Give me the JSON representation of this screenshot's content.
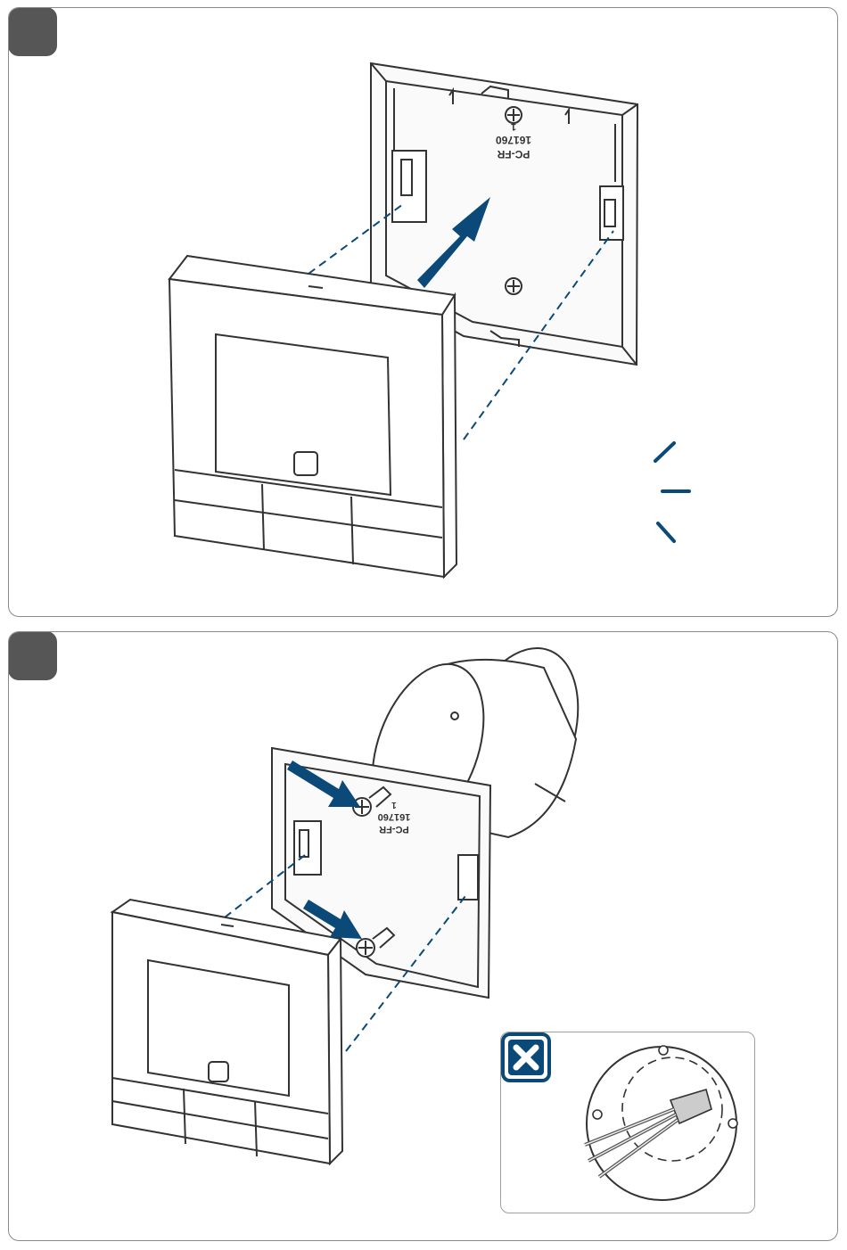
{
  "steps": [
    {
      "number": "",
      "frame_label_line1": "PC-FR",
      "frame_label_line2": "161760",
      "frame_label_line3": "1"
    },
    {
      "number": "",
      "frame_label_line1": "PC-FR",
      "frame_label_line2": "161760",
      "frame_label_line3": "1"
    }
  ],
  "colors": {
    "accent_blue": "#0b4a78",
    "line_gray": "#333333",
    "badge_gray": "#565656",
    "panel_border": "#8a8a8a"
  },
  "icons": {
    "step1": [
      "insert-arrow-icon",
      "click-sound-icon"
    ],
    "step2": [
      "screw-arrow-icon",
      "screw-arrow-icon",
      "cross-icon"
    ]
  }
}
